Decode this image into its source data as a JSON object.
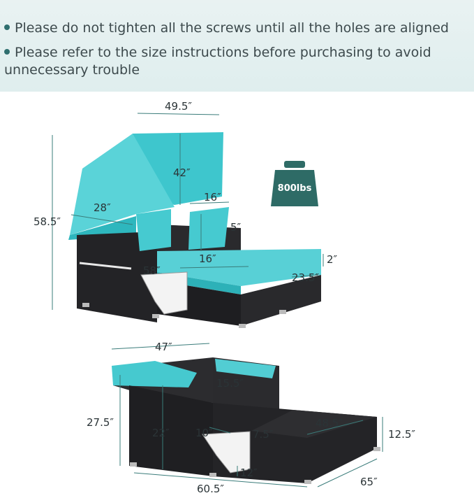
{
  "notes": [
    {
      "text": "Please do not tighten all the screws until all the holes are aligned"
    },
    {
      "text": "Please refer to the size instructions before purchasing to avoid unnecessary trouble"
    }
  ],
  "top_dims": {
    "width": "49.5″",
    "height": "58.5″",
    "canopy_height": "42″",
    "canopy_depth": "28″",
    "pillow_w": "16″",
    "pillow_h": "16″",
    "pillow_thick": "5″",
    "seat_length": "58″",
    "cushion_thick": "2″",
    "seat_depth": "23.5″"
  },
  "weight": {
    "label": "800lbs"
  },
  "bottom_dims": {
    "width": "47″",
    "height": "27.5″",
    "back_height": "15.5″",
    "side_height": "22″",
    "tray_w": "10″",
    "tray_d": "7.5″",
    "tray_h": "12″",
    "ottoman_len": "48.5″",
    "ottoman_h": "12.5″",
    "length": "60.5″",
    "depth": "65″"
  },
  "colors": {
    "cushion": "#3dc9d0",
    "wicker": "#1f1f22",
    "badge": "#2e6b66",
    "line": "#2f7a78"
  }
}
